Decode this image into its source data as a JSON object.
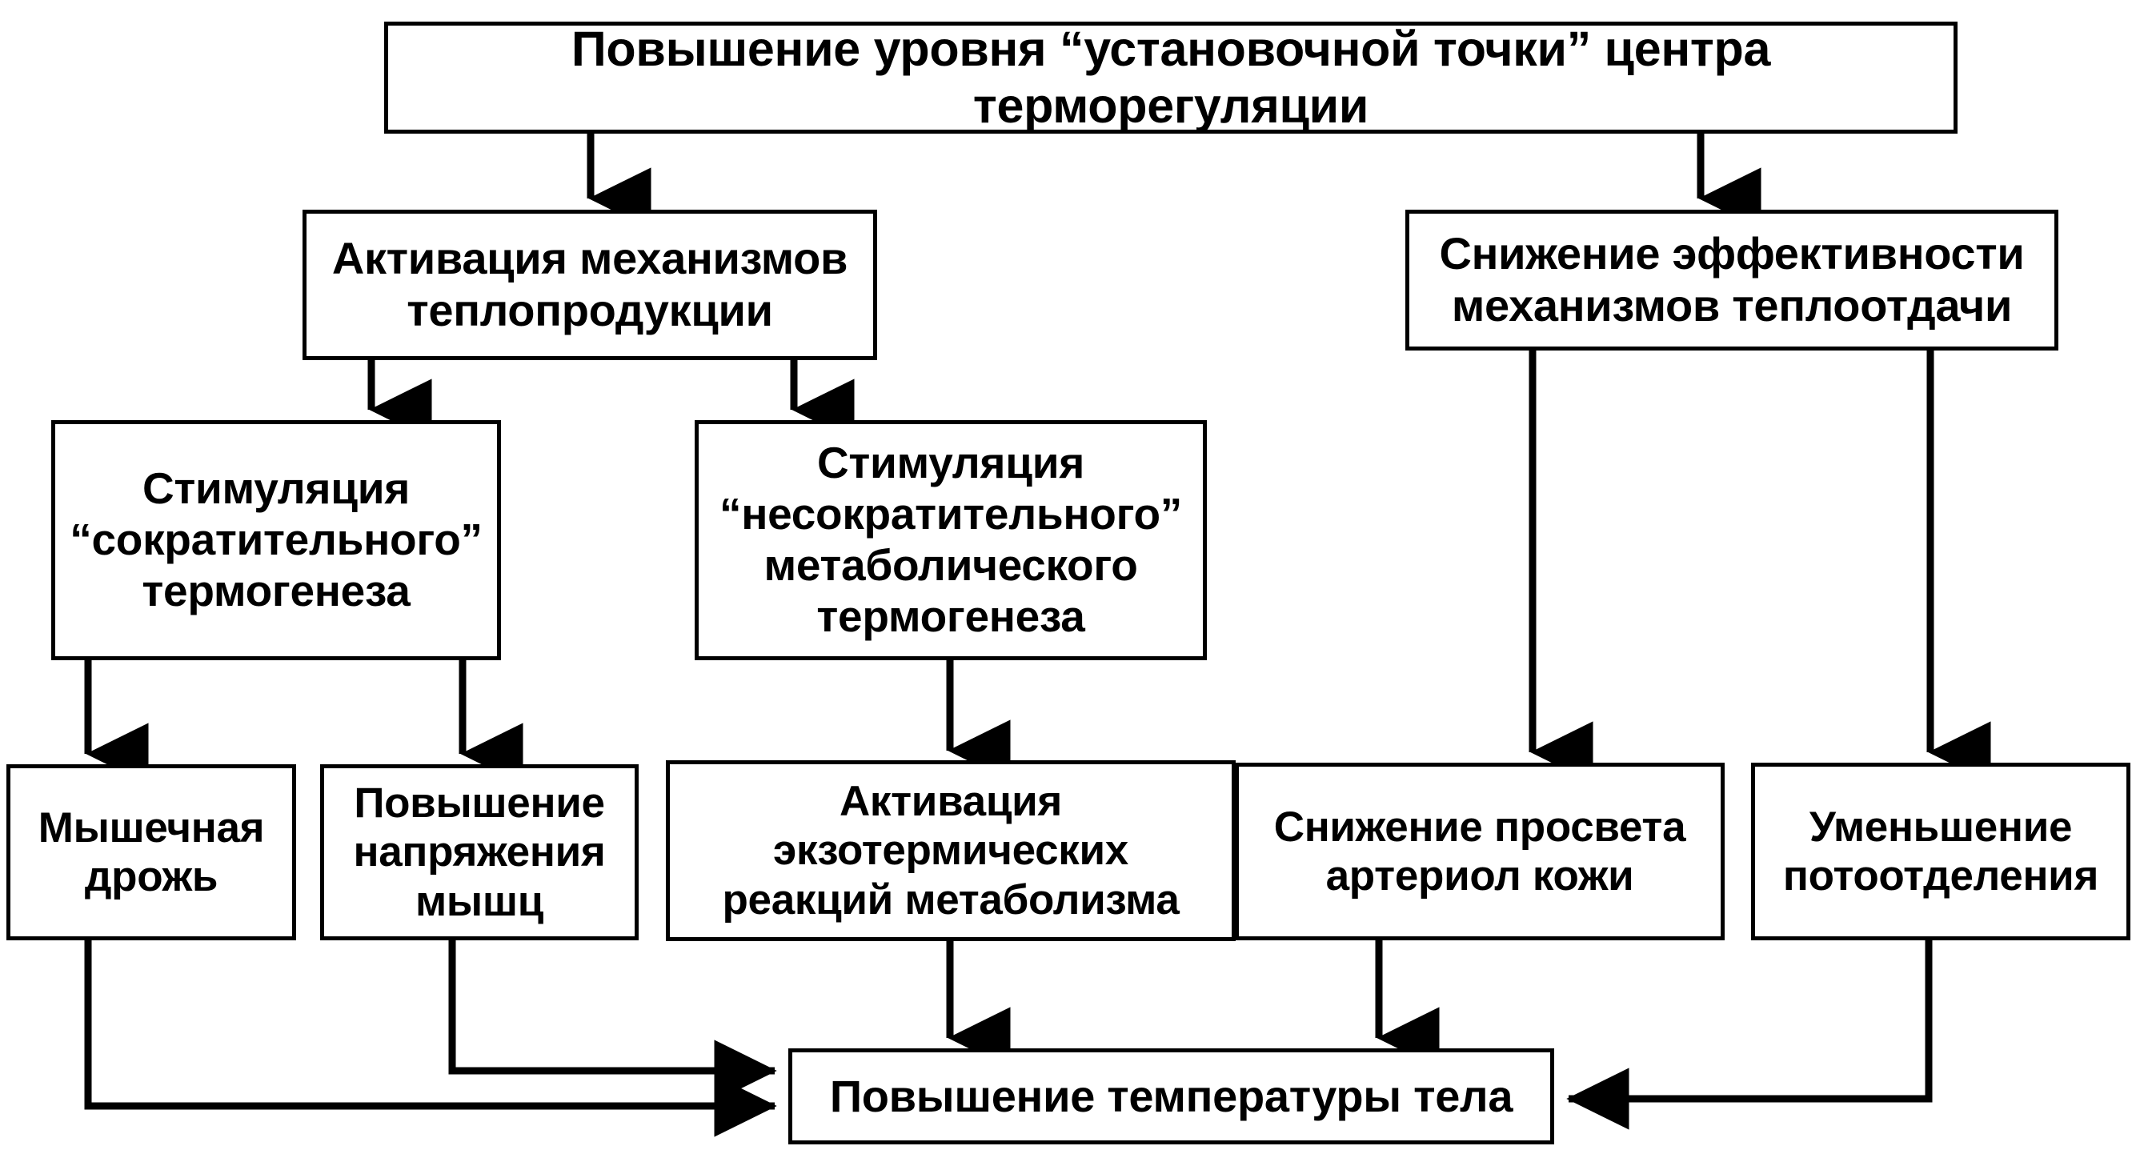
{
  "diagram": {
    "title_text": "Повышение уровня \"установочной точки\" центра терморегуляции",
    "palette": {
      "stroke": "#000000",
      "fill": "#ffffff",
      "text": "#000000"
    },
    "nodes": {
      "setpoint": "Повышение уровня “установочной точки” центра терморегуляции",
      "heat_production": "Активация механизмов\nтеплопродукции",
      "heat_loss": "Снижение эффективности\nмеханизмов теплоотдачи",
      "shivering_thermogenesis": "Стимуляция\n“сократительного”\nтермогенеза",
      "nonshivering_thermogenesis": "Стимуляция\n“несократительного”\nметаболического\nтермогенеза",
      "muscle_tremor": "Мышечная\nдрожь",
      "muscle_tension": "Повышение\nнапряжения\nмышц",
      "exothermic_reactions": "Активация\nэкзотермических\nреакций метаболизма",
      "skin_arterioles": "Снижение просвета\nартериол кожи",
      "sweating": "Уменьшение\nпотоотделения",
      "body_temperature": "Повышение температуры тела"
    },
    "edges": [
      {
        "id": "setpoint-to-heat-production",
        "from": "setpoint",
        "to": "heat_production"
      },
      {
        "id": "setpoint-to-heat-loss",
        "from": "setpoint",
        "to": "heat_loss"
      },
      {
        "id": "heat-production-to-shivering",
        "from": "heat_production",
        "to": "shivering_thermogenesis"
      },
      {
        "id": "heat-production-to-nonshivering",
        "from": "heat_production",
        "to": "nonshivering_thermogenesis"
      },
      {
        "id": "shivering-to-muscle-tremor",
        "from": "shivering_thermogenesis",
        "to": "muscle_tremor"
      },
      {
        "id": "shivering-to-muscle-tension",
        "from": "shivering_thermogenesis",
        "to": "muscle_tension"
      },
      {
        "id": "nonshivering-to-exothermic",
        "from": "nonshivering_thermogenesis",
        "to": "exothermic_reactions"
      },
      {
        "id": "heat-loss-to-skin-arterioles",
        "from": "heat_loss",
        "to": "skin_arterioles"
      },
      {
        "id": "heat-loss-to-sweating",
        "from": "heat_loss",
        "to": "sweating"
      },
      {
        "id": "muscle-tremor-to-body-temperature",
        "from": "muscle_tremor",
        "to": "body_temperature"
      },
      {
        "id": "muscle-tension-to-body-temperature",
        "from": "muscle_tension",
        "to": "body_temperature"
      },
      {
        "id": "exothermic-to-body-temperature",
        "from": "exothermic_reactions",
        "to": "body_temperature"
      },
      {
        "id": "arterioles-to-body-temperature",
        "from": "skin_arterioles",
        "to": "body_temperature"
      },
      {
        "id": "sweating-to-body-temperature",
        "from": "sweating",
        "to": "body_temperature"
      }
    ]
  }
}
